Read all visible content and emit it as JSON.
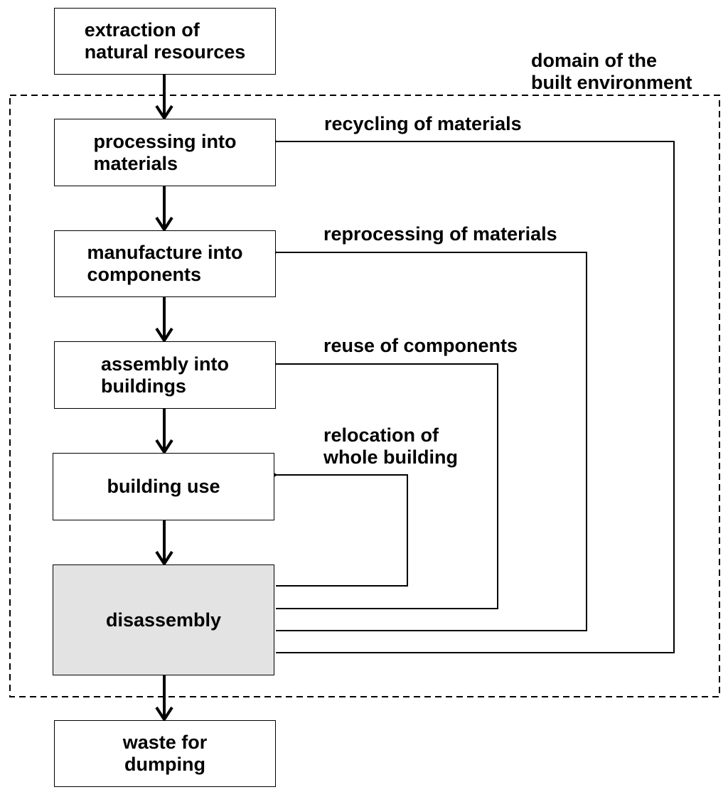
{
  "domain_label": "domain of the\nbuilt environment",
  "boxes": {
    "extraction": "extraction of\nnatural resources",
    "processing": "processing into\nmaterials",
    "manufacture": "manufacture into\ncomponents",
    "assembly": "assembly into\nbuildings",
    "use": "building use",
    "disassembly": "disassembly",
    "waste": "waste for\ndumping"
  },
  "loops": {
    "recycling": "recycling of materials",
    "reprocessing": "reprocessing of materials",
    "reuse": "reuse of components",
    "relocation": "relocation of\nwhole building"
  },
  "colors": {
    "line": "#000000",
    "shaded_box": "#e3e3e3",
    "background": "#ffffff"
  }
}
